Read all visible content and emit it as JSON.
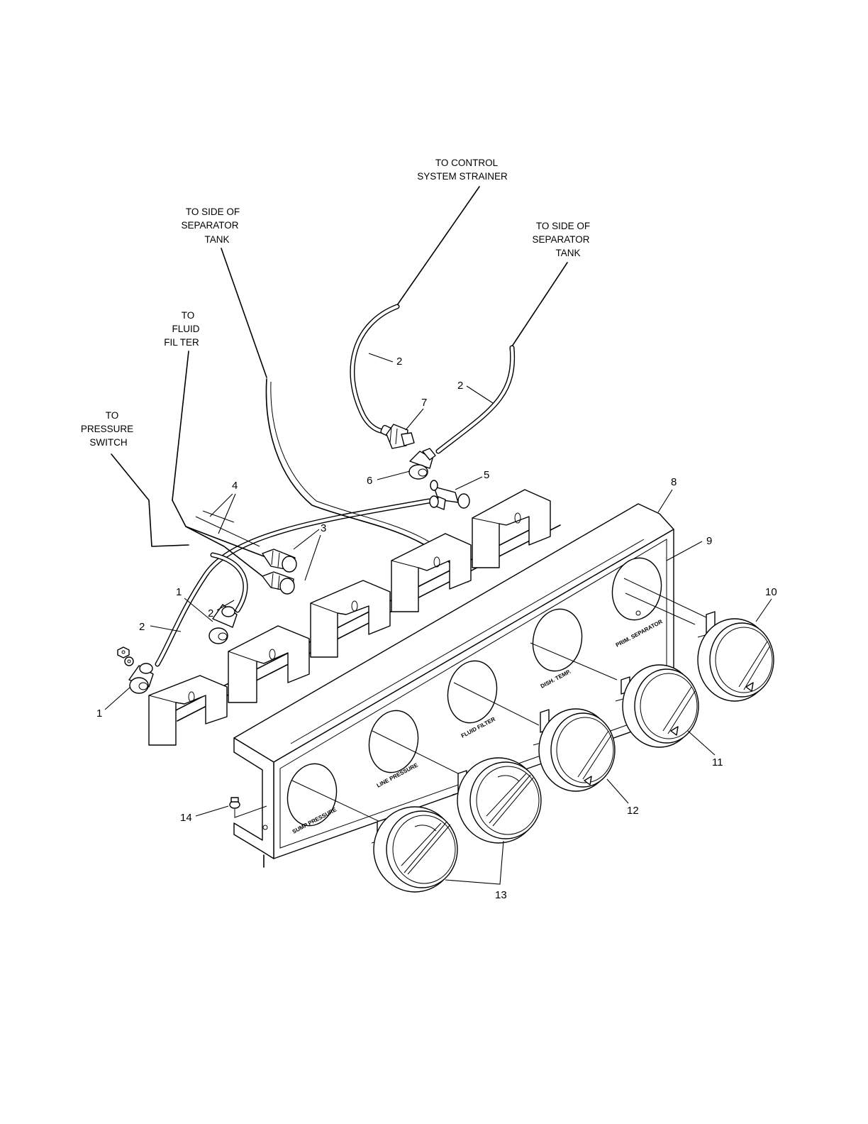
{
  "notes": {
    "control_strainer": [
      "TO CONTROL",
      "SYSTEM STRAINER"
    ],
    "separator_left": [
      "TO SIDE OF",
      "SEPARATOR",
      "TANK"
    ],
    "separator_right": [
      "TO SIDE OF",
      "SEPARATOR",
      "TANK"
    ],
    "fluid_filter": [
      "TO",
      "FLUID",
      "FIL TER"
    ],
    "pressure_switch": [
      "TO",
      "PRESSURE",
      "SWITCH"
    ]
  },
  "panel_labels": {
    "sump": "SUMP PRESSURE",
    "line": "LINE PRESSURE",
    "filter": "FLUID FILTER",
    "temp": "DISH.   TEMP.",
    "separator": "PRIM. SEPARATOR"
  },
  "callouts": {
    "c1a": "1",
    "c1b": "1",
    "c2a": "2",
    "c2b": "2",
    "c2c": "2",
    "c2d": "2",
    "c3": "3",
    "c4": "4",
    "c5": "5",
    "c6": "6",
    "c7": "7",
    "c8": "8",
    "c9": "9",
    "c10": "10",
    "c11": "11",
    "c12": "12",
    "c13": "13",
    "c14": "14"
  }
}
